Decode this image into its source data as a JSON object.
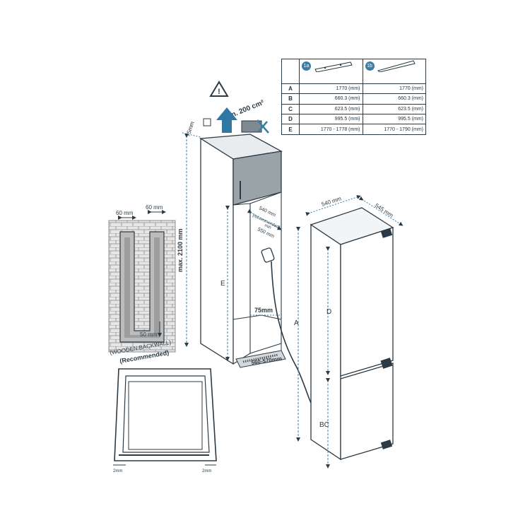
{
  "colors": {
    "line": "#2b3a44",
    "accent": "#3a7ea3",
    "cabinet_top": "#9aa3a8",
    "arrow": "#2f78a4",
    "wall": "#c8c8c8"
  },
  "vent": {
    "label": "min. 200 cm²"
  },
  "table": {
    "variants": [
      "1a",
      "1b"
    ],
    "rows": [
      {
        "key": "A",
        "v1a": "1770 (mm)",
        "v1b": "1770 (mm)"
      },
      {
        "key": "B",
        "v1a": "660.3 (mm)",
        "v1b": "660.3 (mm)"
      },
      {
        "key": "C",
        "v1a": "623.5 (mm)",
        "v1b": "623.5 (mm)"
      },
      {
        "key": "D",
        "v1a": "995.5 (mm)",
        "v1b": "995.5 (mm)"
      },
      {
        "key": "E",
        "v1a": "1770 - 1778 (mm)",
        "v1b": "1770 - 1790 (mm)"
      }
    ]
  },
  "wall": {
    "left_gap": "60 mm",
    "right_gap": "60 mm",
    "bottom_gap": "50 mm",
    "caption_line1": "(WOODEN BACKWALL)",
    "caption_line2": "(Recommended)"
  },
  "cabinet": {
    "depth_top": "75mm",
    "max_height": "max. 2100 mm",
    "width_inner": "540 mm",
    "width_inner_note": "(recommended)",
    "min_inner": "min",
    "min_inner_value": "550 mm",
    "label_e": "E",
    "depth_side": "75mm",
    "base_width": "560-570mm"
  },
  "fridge": {
    "width": "540 mm",
    "depth": "545 mm",
    "label_a": "A",
    "label_d": "D",
    "label_bc": "BC"
  },
  "frame": {
    "left_gap": "2mm",
    "right_gap": "2mm"
  }
}
